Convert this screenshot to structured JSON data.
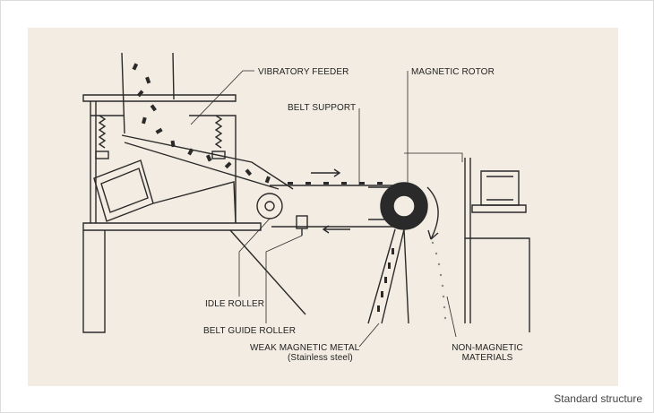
{
  "caption": "Standard structure",
  "labels": {
    "vibratory_feeder": "VIBRATORY FEEDER",
    "magnetic_rotor": "MAGNETIC ROTOR",
    "belt_support": "BELT SUPPORT",
    "idle_roller": "IDLE ROLLER",
    "belt_guide_roller": "BELT GUIDE ROLLER",
    "weak_magnetic_metal": "WEAK MAGNETIC METAL",
    "weak_magnetic_metal_sub": "(Stainless steel)",
    "non_magnetic_line1": "NON-MAGNETIC",
    "non_magnetic_line2": "MATERIALS"
  },
  "colors": {
    "panel_background": "#f3ece2",
    "line": "#2a2a2a"
  }
}
